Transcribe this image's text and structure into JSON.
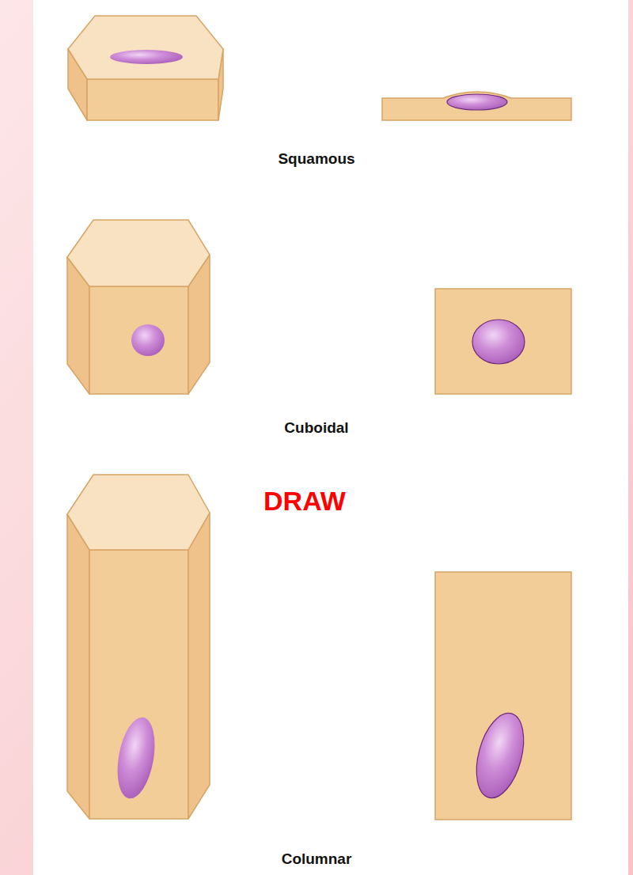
{
  "diagram": {
    "labels": [
      "Squamous",
      "Cuboidal",
      "DRAW",
      "Columnar"
    ]
  }
}
